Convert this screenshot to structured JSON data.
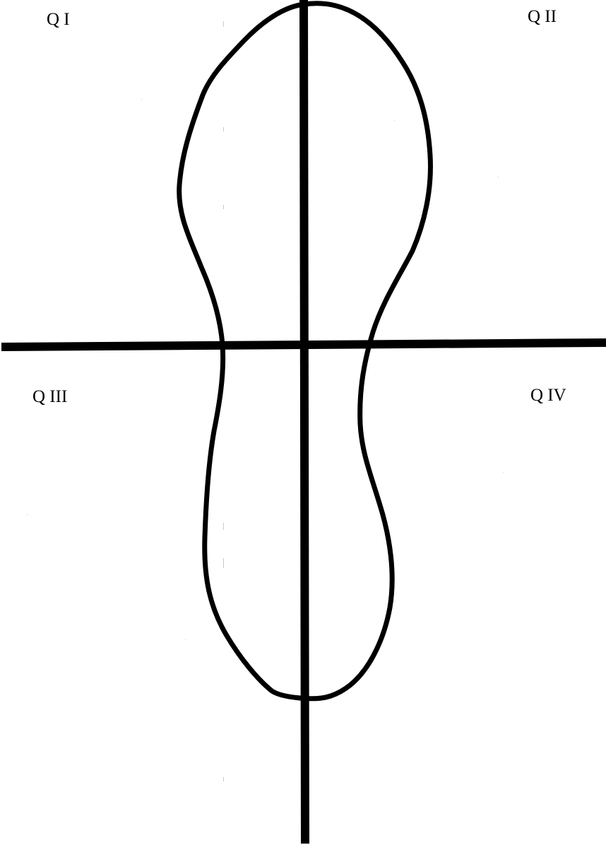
{
  "quadrants": {
    "top_left": "Q I",
    "top_right": "Q II",
    "bottom_left": "Q III",
    "bottom_right": "Q IV"
  },
  "colors": {
    "ink": "#000000",
    "background": "#ffffff"
  }
}
